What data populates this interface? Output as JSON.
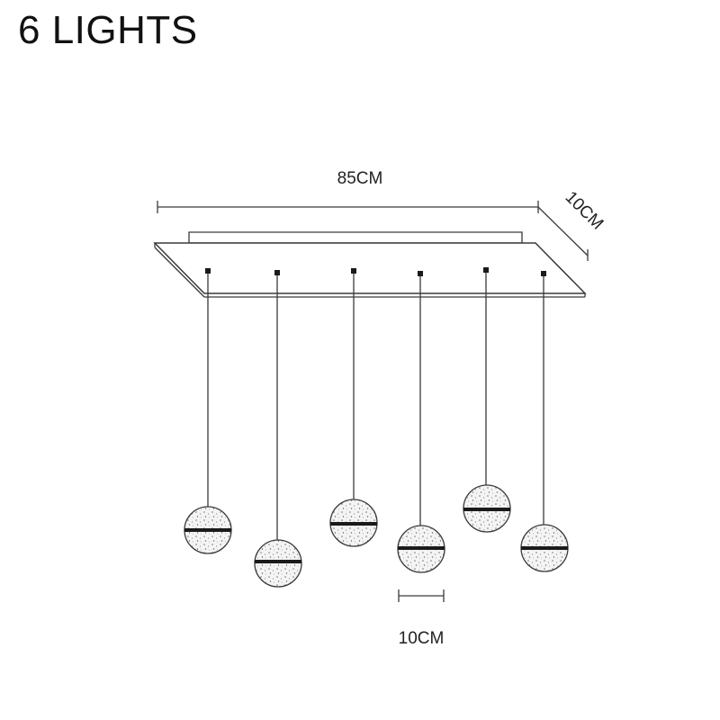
{
  "title": "6 LIGHTS",
  "dimensions": {
    "length": "85CM",
    "depth": "10CM",
    "globe_diameter": "10CM"
  },
  "pendant_count": 6,
  "colors": {
    "line": "#3a3a3a",
    "text": "#222222",
    "band": "#1a1a1a",
    "globe_fill": "#f4f4f4"
  }
}
